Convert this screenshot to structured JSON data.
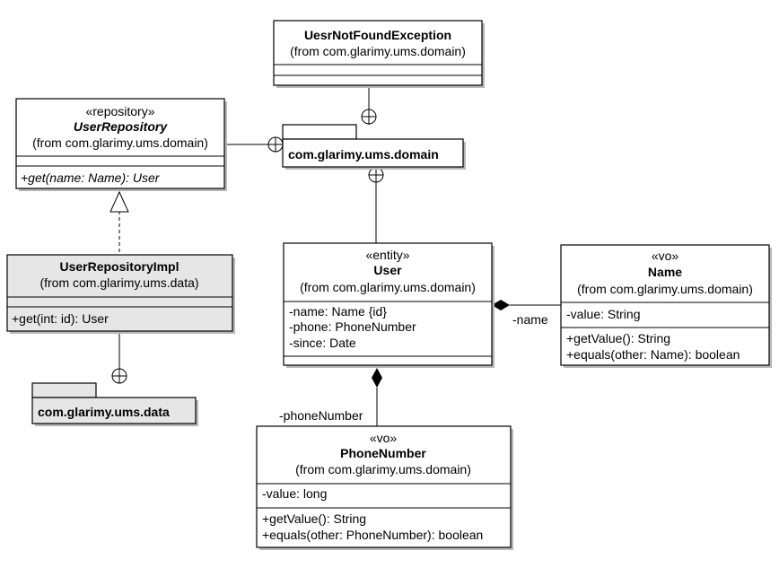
{
  "classes": {
    "exception": {
      "name": "UesrNotFoundException",
      "from": "(from com.glarimy.ums.domain)"
    },
    "repository": {
      "stereotype": "«repository»",
      "name": "UserRepository",
      "from": "(from com.glarimy.ums.domain)",
      "operations": [
        "+get(name: Name): User"
      ]
    },
    "repository_impl": {
      "name": "UserRepositoryImpl",
      "from": "(from com.glarimy.ums.data)",
      "operations": [
        "+get(int: id): User"
      ]
    },
    "user": {
      "stereotype": "«entity»",
      "name": "User",
      "from": "(from com.glarimy.ums.domain)",
      "attributes": [
        "-name: Name {id}",
        "-phone: PhoneNumber",
        "-since: Date"
      ]
    },
    "name": {
      "stereotype": "«vo»",
      "name": "Name",
      "from": "(from com.glarimy.ums.domain)",
      "attributes": [
        "-value: String"
      ],
      "operations": [
        "+getValue(): String",
        "+equals(other: Name): boolean"
      ]
    },
    "phone_number": {
      "stereotype": "«vo»",
      "name": "PhoneNumber",
      "from": "(from com.glarimy.ums.domain)",
      "attributes": [
        "-value: long"
      ],
      "operations": [
        "+getValue(): String",
        "+equals(other: PhoneNumber): boolean"
      ]
    }
  },
  "packages": {
    "domain": {
      "name": "com.glarimy.ums.domain"
    },
    "data": {
      "name": "com.glarimy.ums.data"
    }
  },
  "relations": {
    "name_role": "-name",
    "phone_role": "-phoneNumber"
  }
}
